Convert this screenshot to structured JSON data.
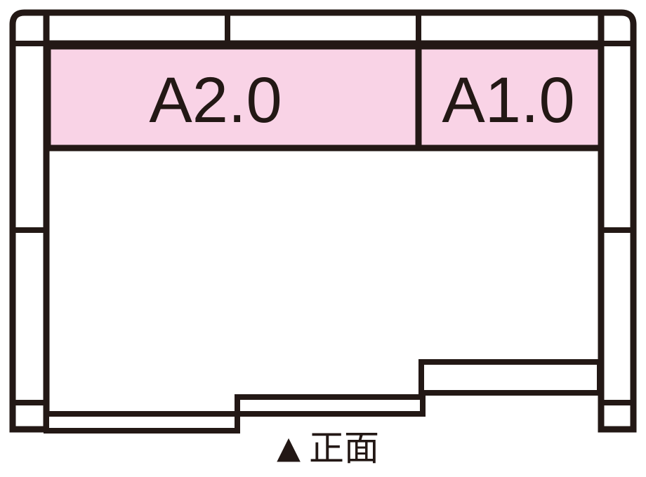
{
  "colors": {
    "line": "#231815",
    "zone_fill": "#f9d3e6",
    "background": "#ffffff"
  },
  "zones": [
    {
      "id": "a2",
      "label": "A2.0"
    },
    {
      "id": "a1",
      "label": "A1.0"
    }
  ],
  "front": {
    "marker": "▲",
    "label": "正面"
  }
}
